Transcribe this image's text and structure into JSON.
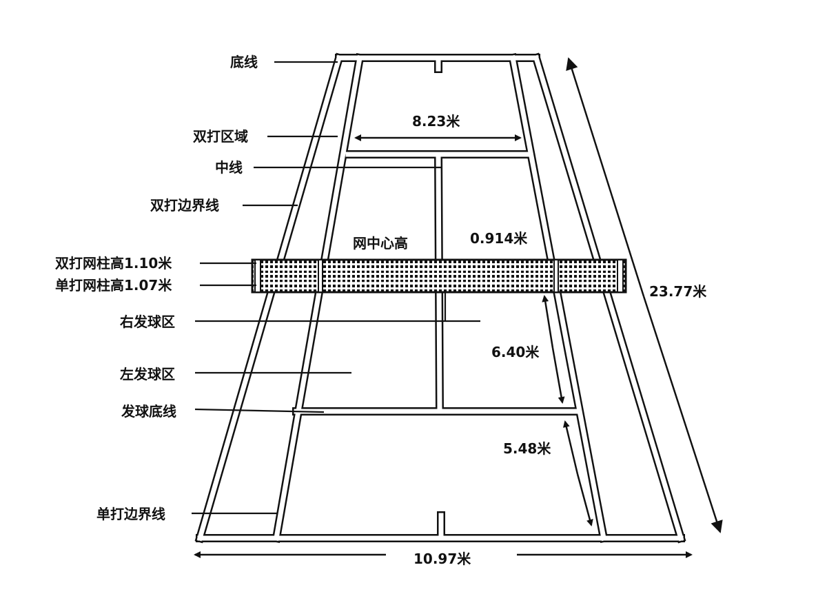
{
  "labels": {
    "baseline": "底线",
    "doubles_alley": "双打区域",
    "center_line": "中线",
    "doubles_sideline": "双打边界线",
    "net_center_height": "网中心高",
    "net_center_value": "0.914米",
    "doubles_post_height": "双打网柱高1.10米",
    "singles_post_height": "单打网柱高1.07米",
    "right_service_box": "右发球区",
    "left_service_box": "左发球区",
    "service_line": "发球底线",
    "singles_sideline": "单打边界线"
  },
  "dimensions": {
    "singles_width": "8.23米",
    "court_length": "23.77米",
    "service_box_length": "6.40米",
    "backcourt_length": "5.48米",
    "doubles_width": "10.97米"
  },
  "colors": {
    "line": "#111111",
    "background": "#ffffff"
  }
}
